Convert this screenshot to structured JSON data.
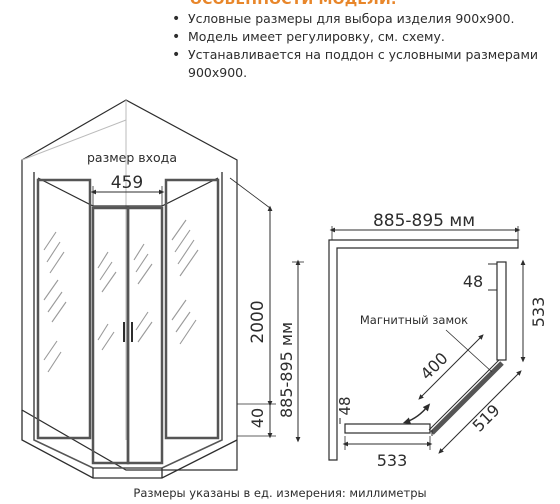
{
  "header": {
    "title": "ОСОБЕННОСТИ МОДЕЛИ:",
    "features": [
      "Условные размеры для выбора изделия 900х900.",
      "Модель имеет регулировку, см. схему.",
      "Устанавливается на поддон с условными размерами 900х900."
    ]
  },
  "front_view": {
    "entrance_label": "размер входа",
    "entrance_width": "459",
    "height": "2000",
    "depth_range": "885-895 мм",
    "tray_height": "40"
  },
  "plan_view": {
    "width_range": "885-895 мм",
    "wall_profile_right": "48",
    "side_right": "533",
    "magnet_label": "Магнитный замок",
    "door_width": "400",
    "wall_profile_bottom": "48",
    "side_bottom": "533",
    "diagonal": "519"
  },
  "footer": {
    "units_note": "Размеры указаны в ед. измерения: миллиметры"
  },
  "colors": {
    "accent": "#e8862a",
    "line": "#2d2d2d",
    "frame": "#555555"
  }
}
